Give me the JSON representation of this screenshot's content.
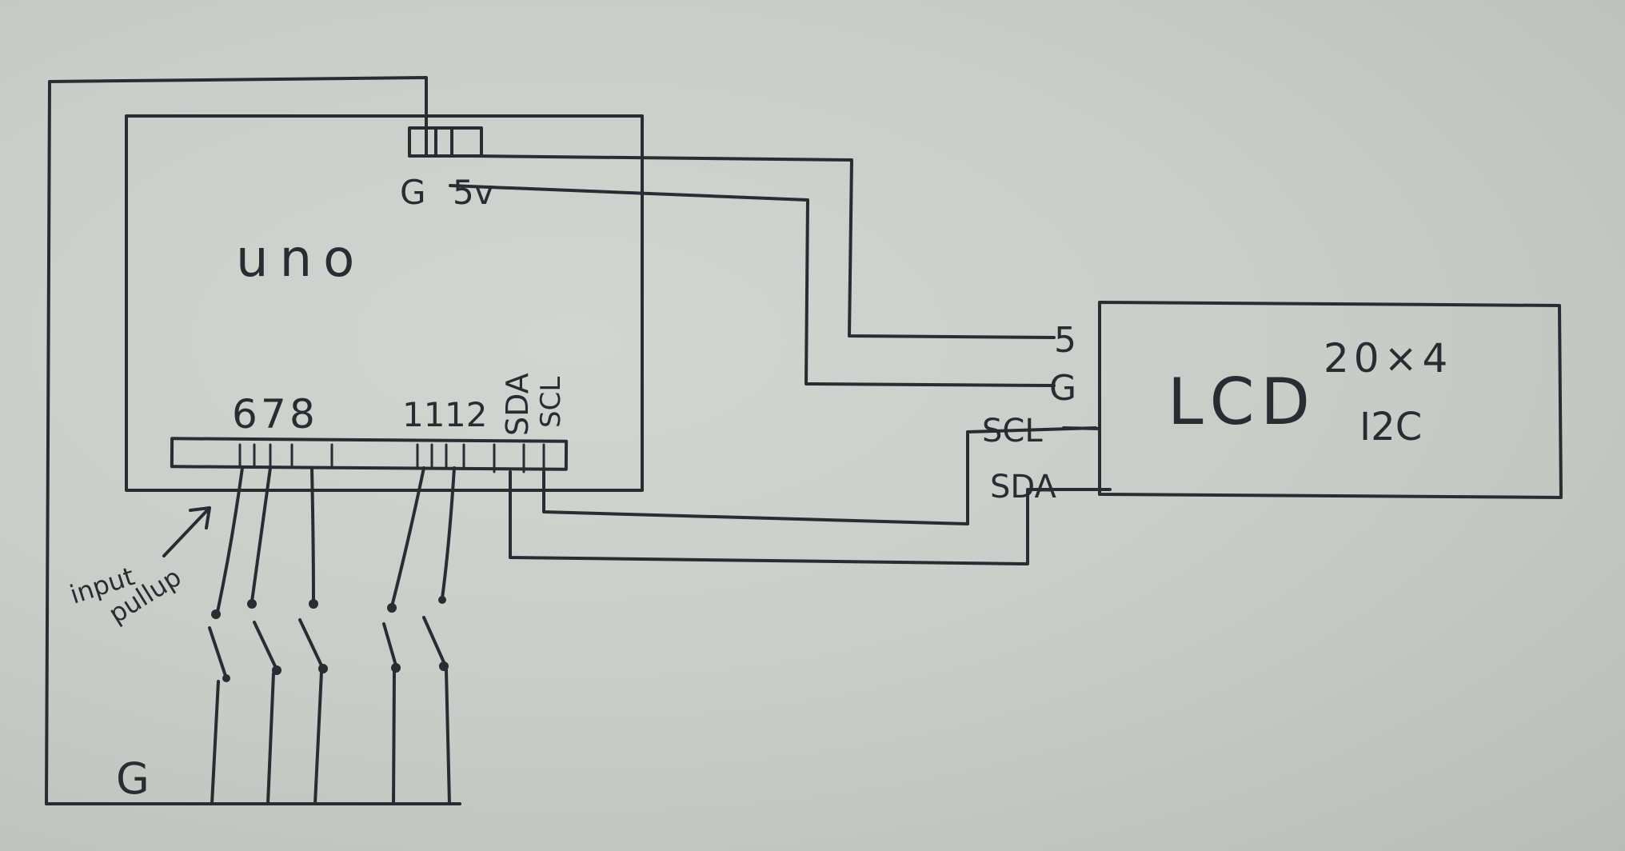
{
  "board": {
    "name": "uno",
    "power_g": "G",
    "power_5v": "5v"
  },
  "header_pins": {
    "digital": [
      "6",
      "7",
      "8",
      "11",
      "12"
    ],
    "i2c": [
      "SDA",
      "SCL"
    ]
  },
  "lcd": {
    "name": "LCD",
    "size": "20×4",
    "bus": "I2C",
    "pins": {
      "vcc": "5",
      "gnd": "G",
      "scl": "SCL",
      "sda": "SDA"
    }
  },
  "note": {
    "line1": "input",
    "line2": "pullup"
  },
  "ground_label": "G"
}
